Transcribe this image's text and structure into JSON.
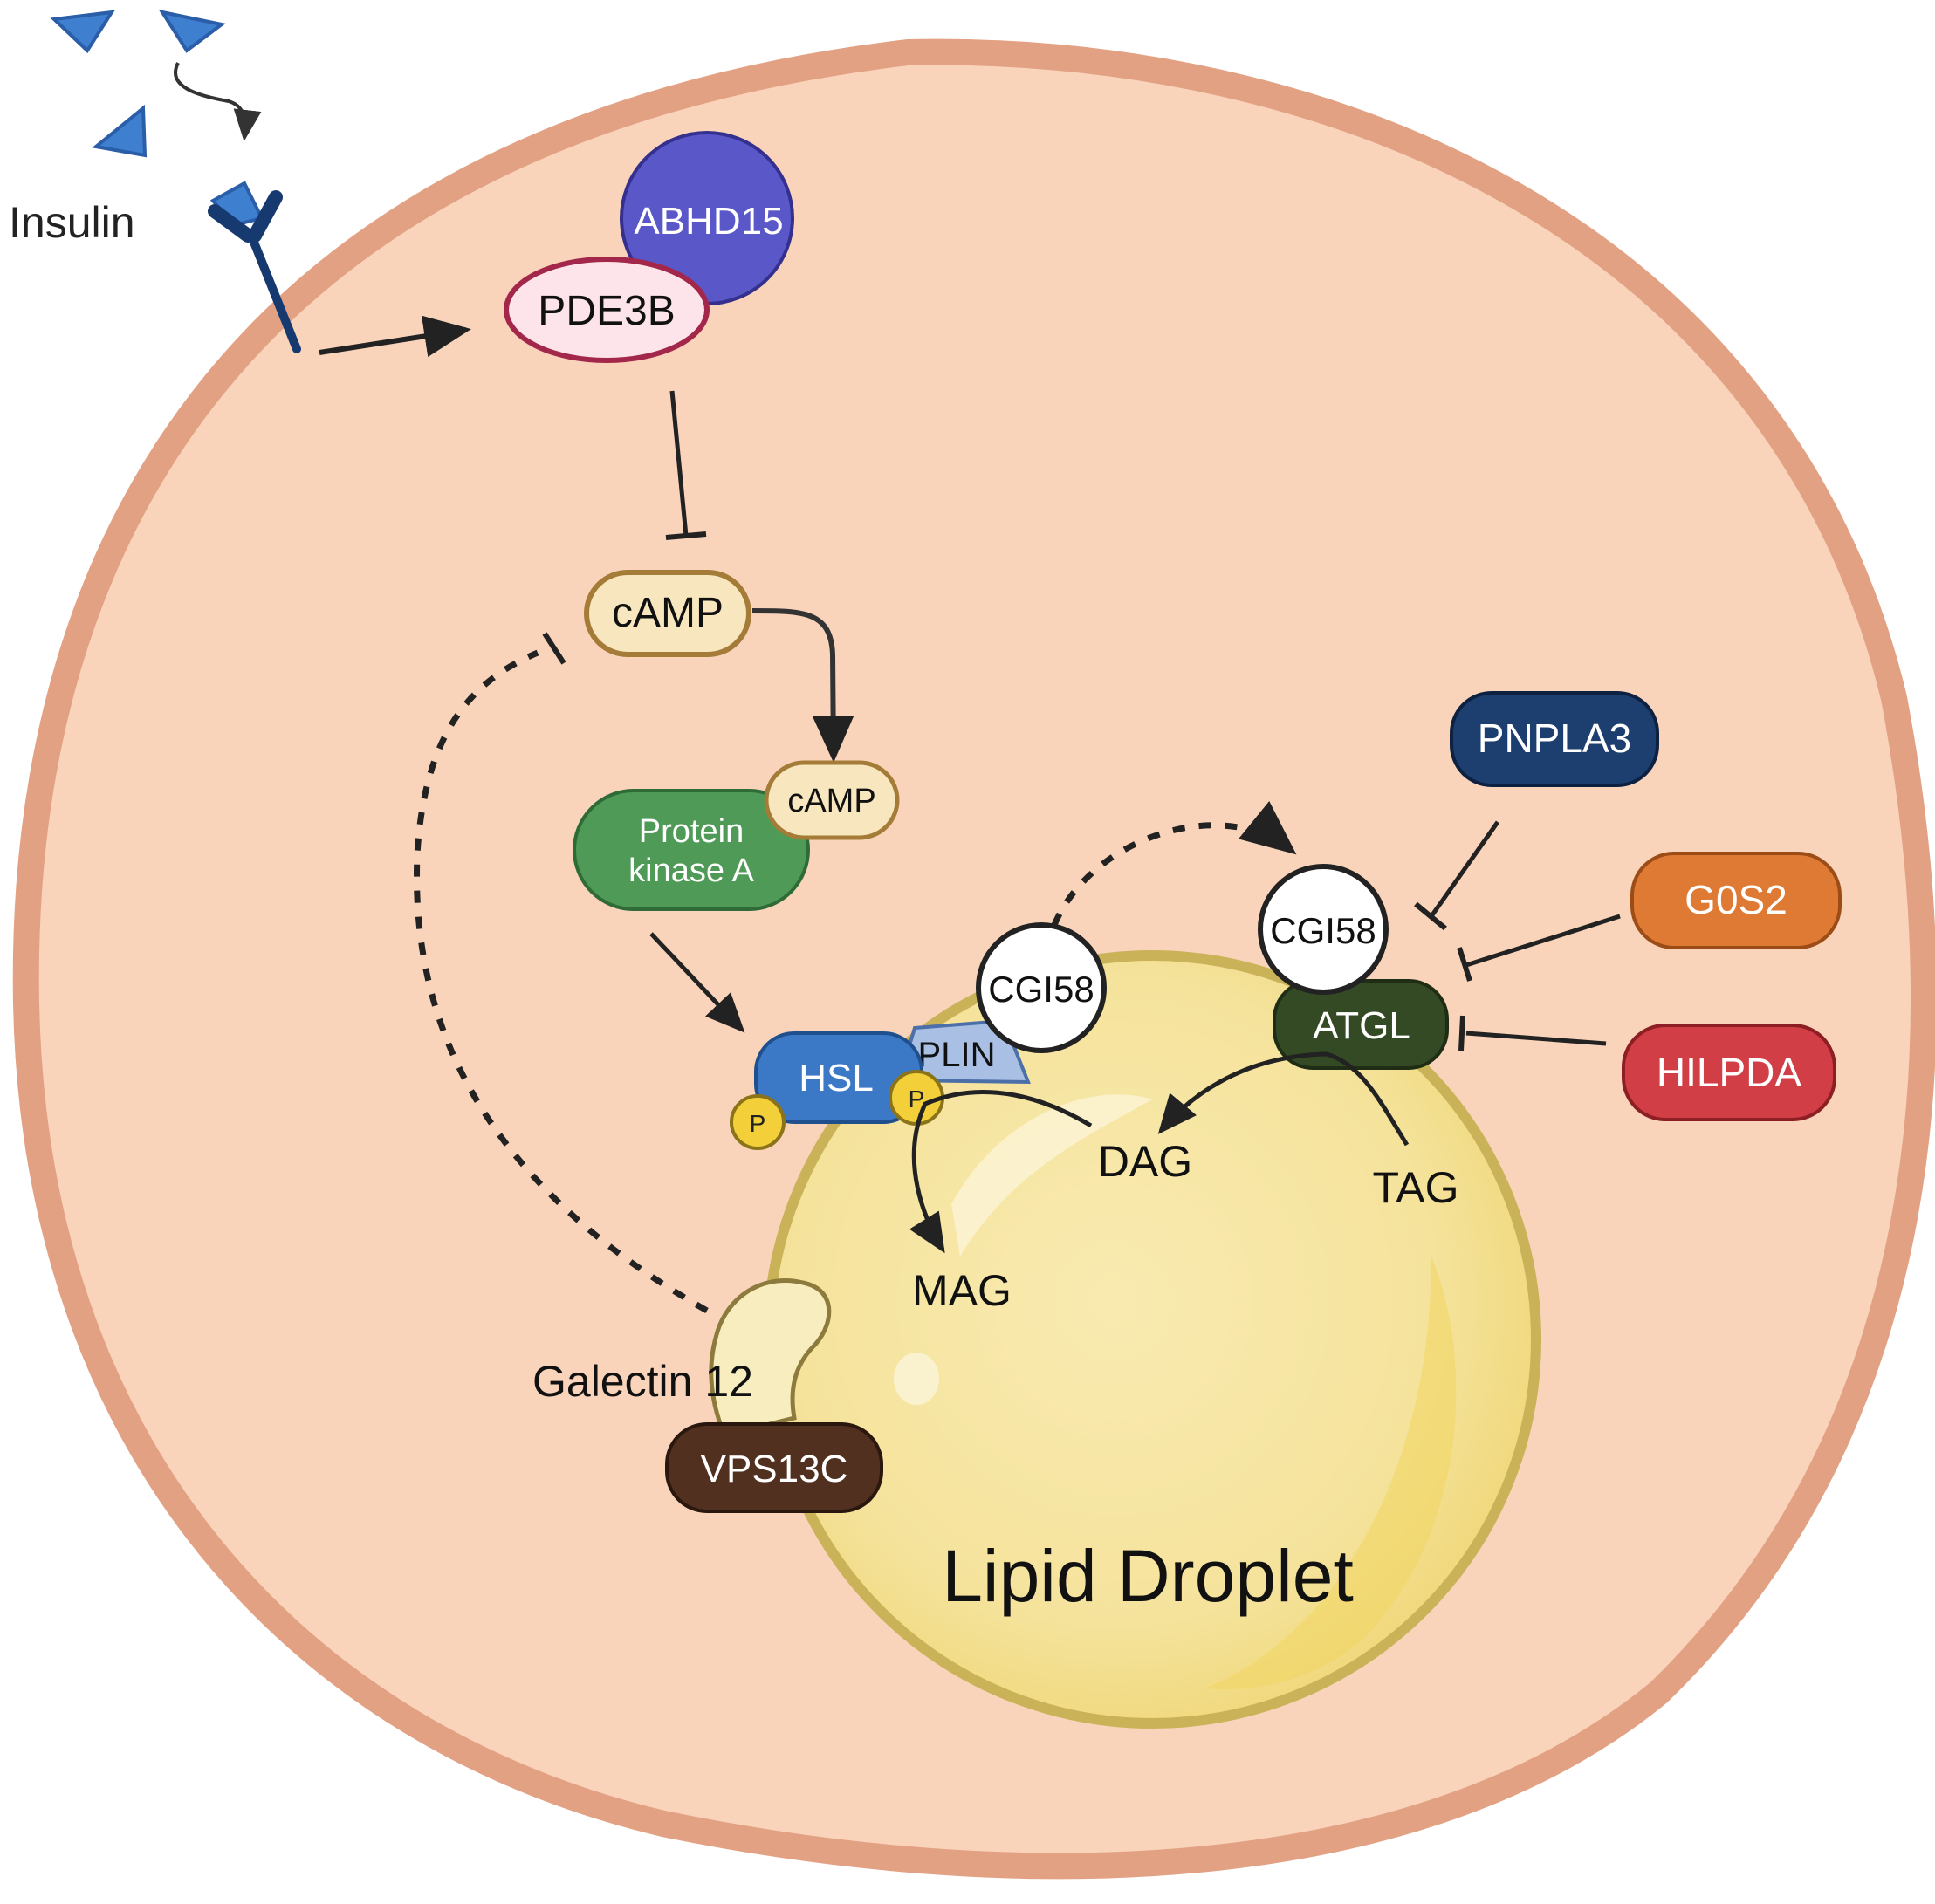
{
  "labels": {
    "insulin": "Insulin",
    "abhd15": "ABHD15",
    "pde3b": "PDE3B",
    "camp_free": "cAMP",
    "camp_bound": "cAMP",
    "pka_line1": "Protein",
    "pka_line2": "kinase A",
    "hsl": "HSL",
    "plin": "PLIN",
    "phospho_hsl": "P",
    "phospho_plin": "P",
    "cgi58_hsl": "CGI58",
    "cgi58_atgl": "CGI58",
    "atgl": "ATGL",
    "pnpla3": "PNPLA3",
    "g0s2": "G0S2",
    "hilpda": "HILPDA",
    "dag": "DAG",
    "tag": "TAG",
    "mag": "MAG",
    "galectin12": "Galectin 12",
    "vps13c": "VPS13C",
    "lipid_droplet": "Lipid Droplet"
  },
  "colors": {
    "cell_fill": "#f9d4bb",
    "cell_border": "#e3a184",
    "droplet_fill": "#f5e39c",
    "droplet_border": "#c9b257",
    "insulin_blue": "#3f7fd0",
    "abhd15": "#5a57c9",
    "pde3b_fill": "#fde4ea",
    "pde3b_border": "#a2274b",
    "camp_fill": "#f8e6bf",
    "camp_border": "#a47b37",
    "pka": "#4f9a57",
    "hsl": "#3b78c6",
    "plin": "#a9bfe4",
    "phospho": "#f3d03a",
    "atgl": "#344a24",
    "pnpla3": "#1d3f6f",
    "g0s2": "#df7a34",
    "hilpda": "#d13e45",
    "galectin12": "#f7edbf",
    "vps13c": "#52301f",
    "arrow": "#222222"
  }
}
